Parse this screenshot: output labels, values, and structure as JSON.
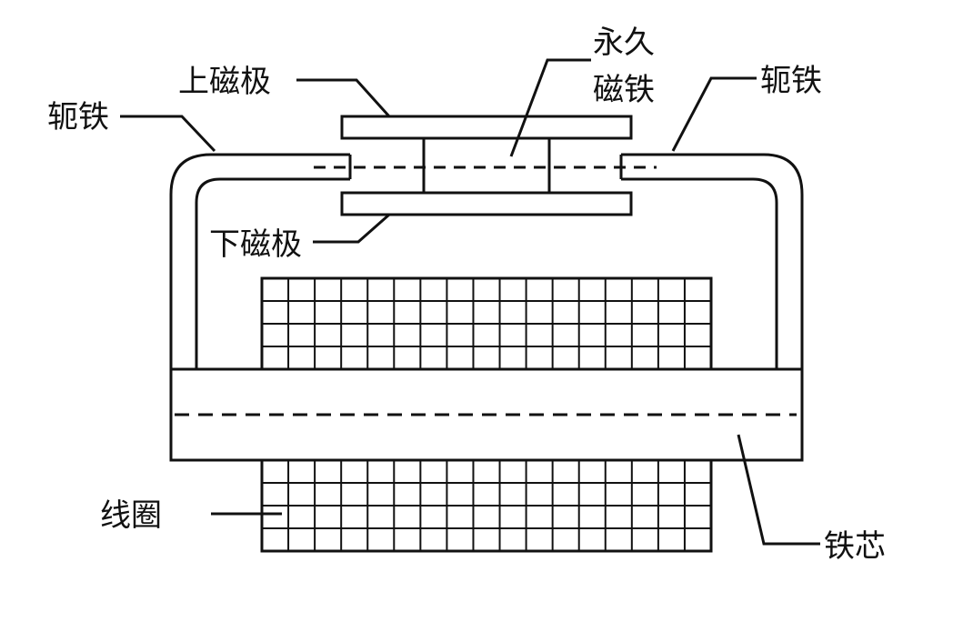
{
  "labels": {
    "upper_pole": "上磁极",
    "permanent_magnet_line1": "永久",
    "permanent_magnet_line2": "磁铁",
    "yoke_left": "轭铁",
    "yoke_right": "轭铁",
    "lower_pole": "下磁极",
    "coil": "线圈",
    "iron_core": "铁芯"
  },
  "colors": {
    "stroke": "#111111",
    "background": "#ffffff"
  }
}
